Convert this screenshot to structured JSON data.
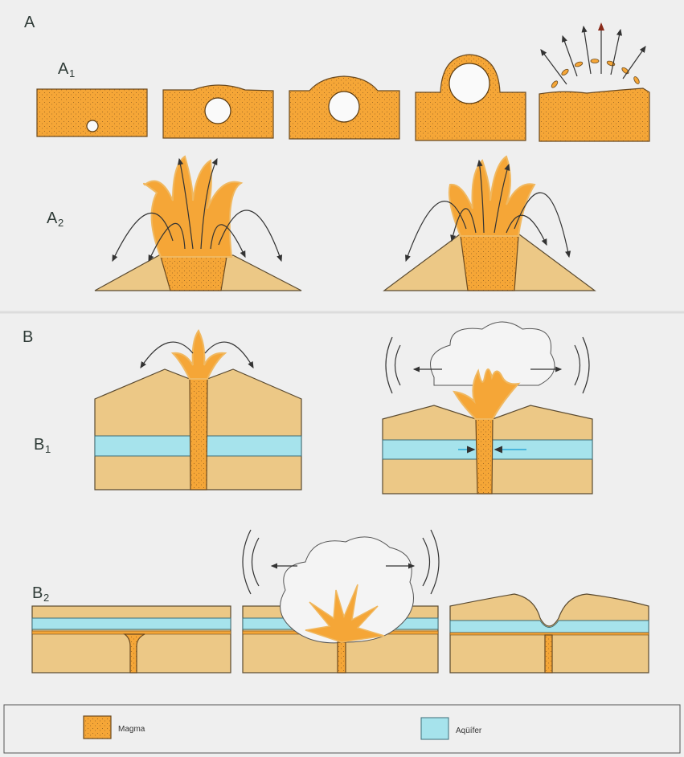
{
  "labels": {
    "section_a": "A",
    "a1": "A",
    "a1_sub": "1",
    "a2": "A",
    "a2_sub": "2",
    "section_b": "B",
    "b1": "B",
    "b1_sub": "1",
    "b2": "B",
    "b2_sub": "2"
  },
  "legend": {
    "items": [
      {
        "label": "Magma",
        "color": "#f5a637"
      },
      {
        "label": "Aqüífer",
        "color": "#a6e3ec"
      }
    ]
  },
  "colors": {
    "background": "#efefef",
    "magma": "#f5a637",
    "rock": "#ecc886",
    "aquifer": "#a6e3ec"
  }
}
